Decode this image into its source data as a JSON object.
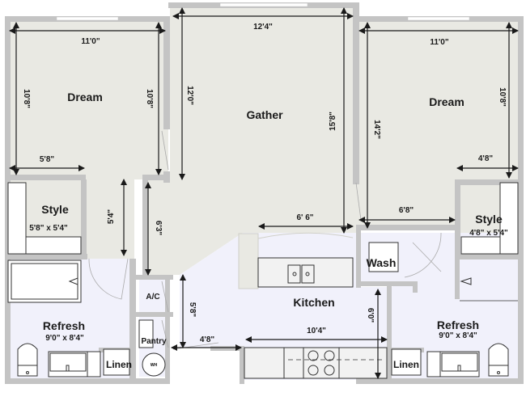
{
  "colors": {
    "wall": "#c4c4c4",
    "living_floor": "#e9e9e3",
    "wet_floor": "#f1f1fb",
    "fixture": "#ffffff",
    "line": "#1a1a1a",
    "counter": "#f2f2f2"
  },
  "rooms": {
    "dream_left": {
      "name": "Dream",
      "width_dim": "11'0\"",
      "height_dim_left": "10'8\"",
      "height_dim_right": "10'8\"",
      "closet_dim": "5'8\""
    },
    "gather": {
      "name": "Gather",
      "width_dim": "12'4\"",
      "height_dim_left": "12'0\"",
      "height_dim_right": "15'8\"",
      "bottom_dim": "6' 6\""
    },
    "dream_right": {
      "name": "Dream",
      "width_dim": "11'0\"",
      "height_dim_left": "14'2\"",
      "height_dim_right": "10'8\"",
      "closet_dim": "4'8\""
    },
    "style_left": {
      "name": "Style",
      "size": "5'8\" x 5'4\""
    },
    "style_right": {
      "name": "Style",
      "size": "4'8\" x 5'4\""
    },
    "hall": {
      "dim_5_4": "5'4\"",
      "dim_6_3": "6'3\"",
      "dim_6_8": "6'8\""
    },
    "ac": {
      "name": "A/C"
    },
    "pantry": {
      "name": "Pantry",
      "wh_label": "WH"
    },
    "kitchen": {
      "name": "Kitchen",
      "width_dim": "10'4\"",
      "height_dim": "6'0\"",
      "left_dim_v": "5'8\"",
      "left_dim_h": "4'8\""
    },
    "wash": {
      "name": "Wash"
    },
    "refresh_left": {
      "name": "Refresh",
      "size": "9'0\" x 8'4\""
    },
    "refresh_right": {
      "name": "Refresh",
      "size": "9'0\" x 8'4\""
    },
    "linen_left": {
      "name": "Linen"
    },
    "linen_right": {
      "name": "Linen"
    }
  }
}
